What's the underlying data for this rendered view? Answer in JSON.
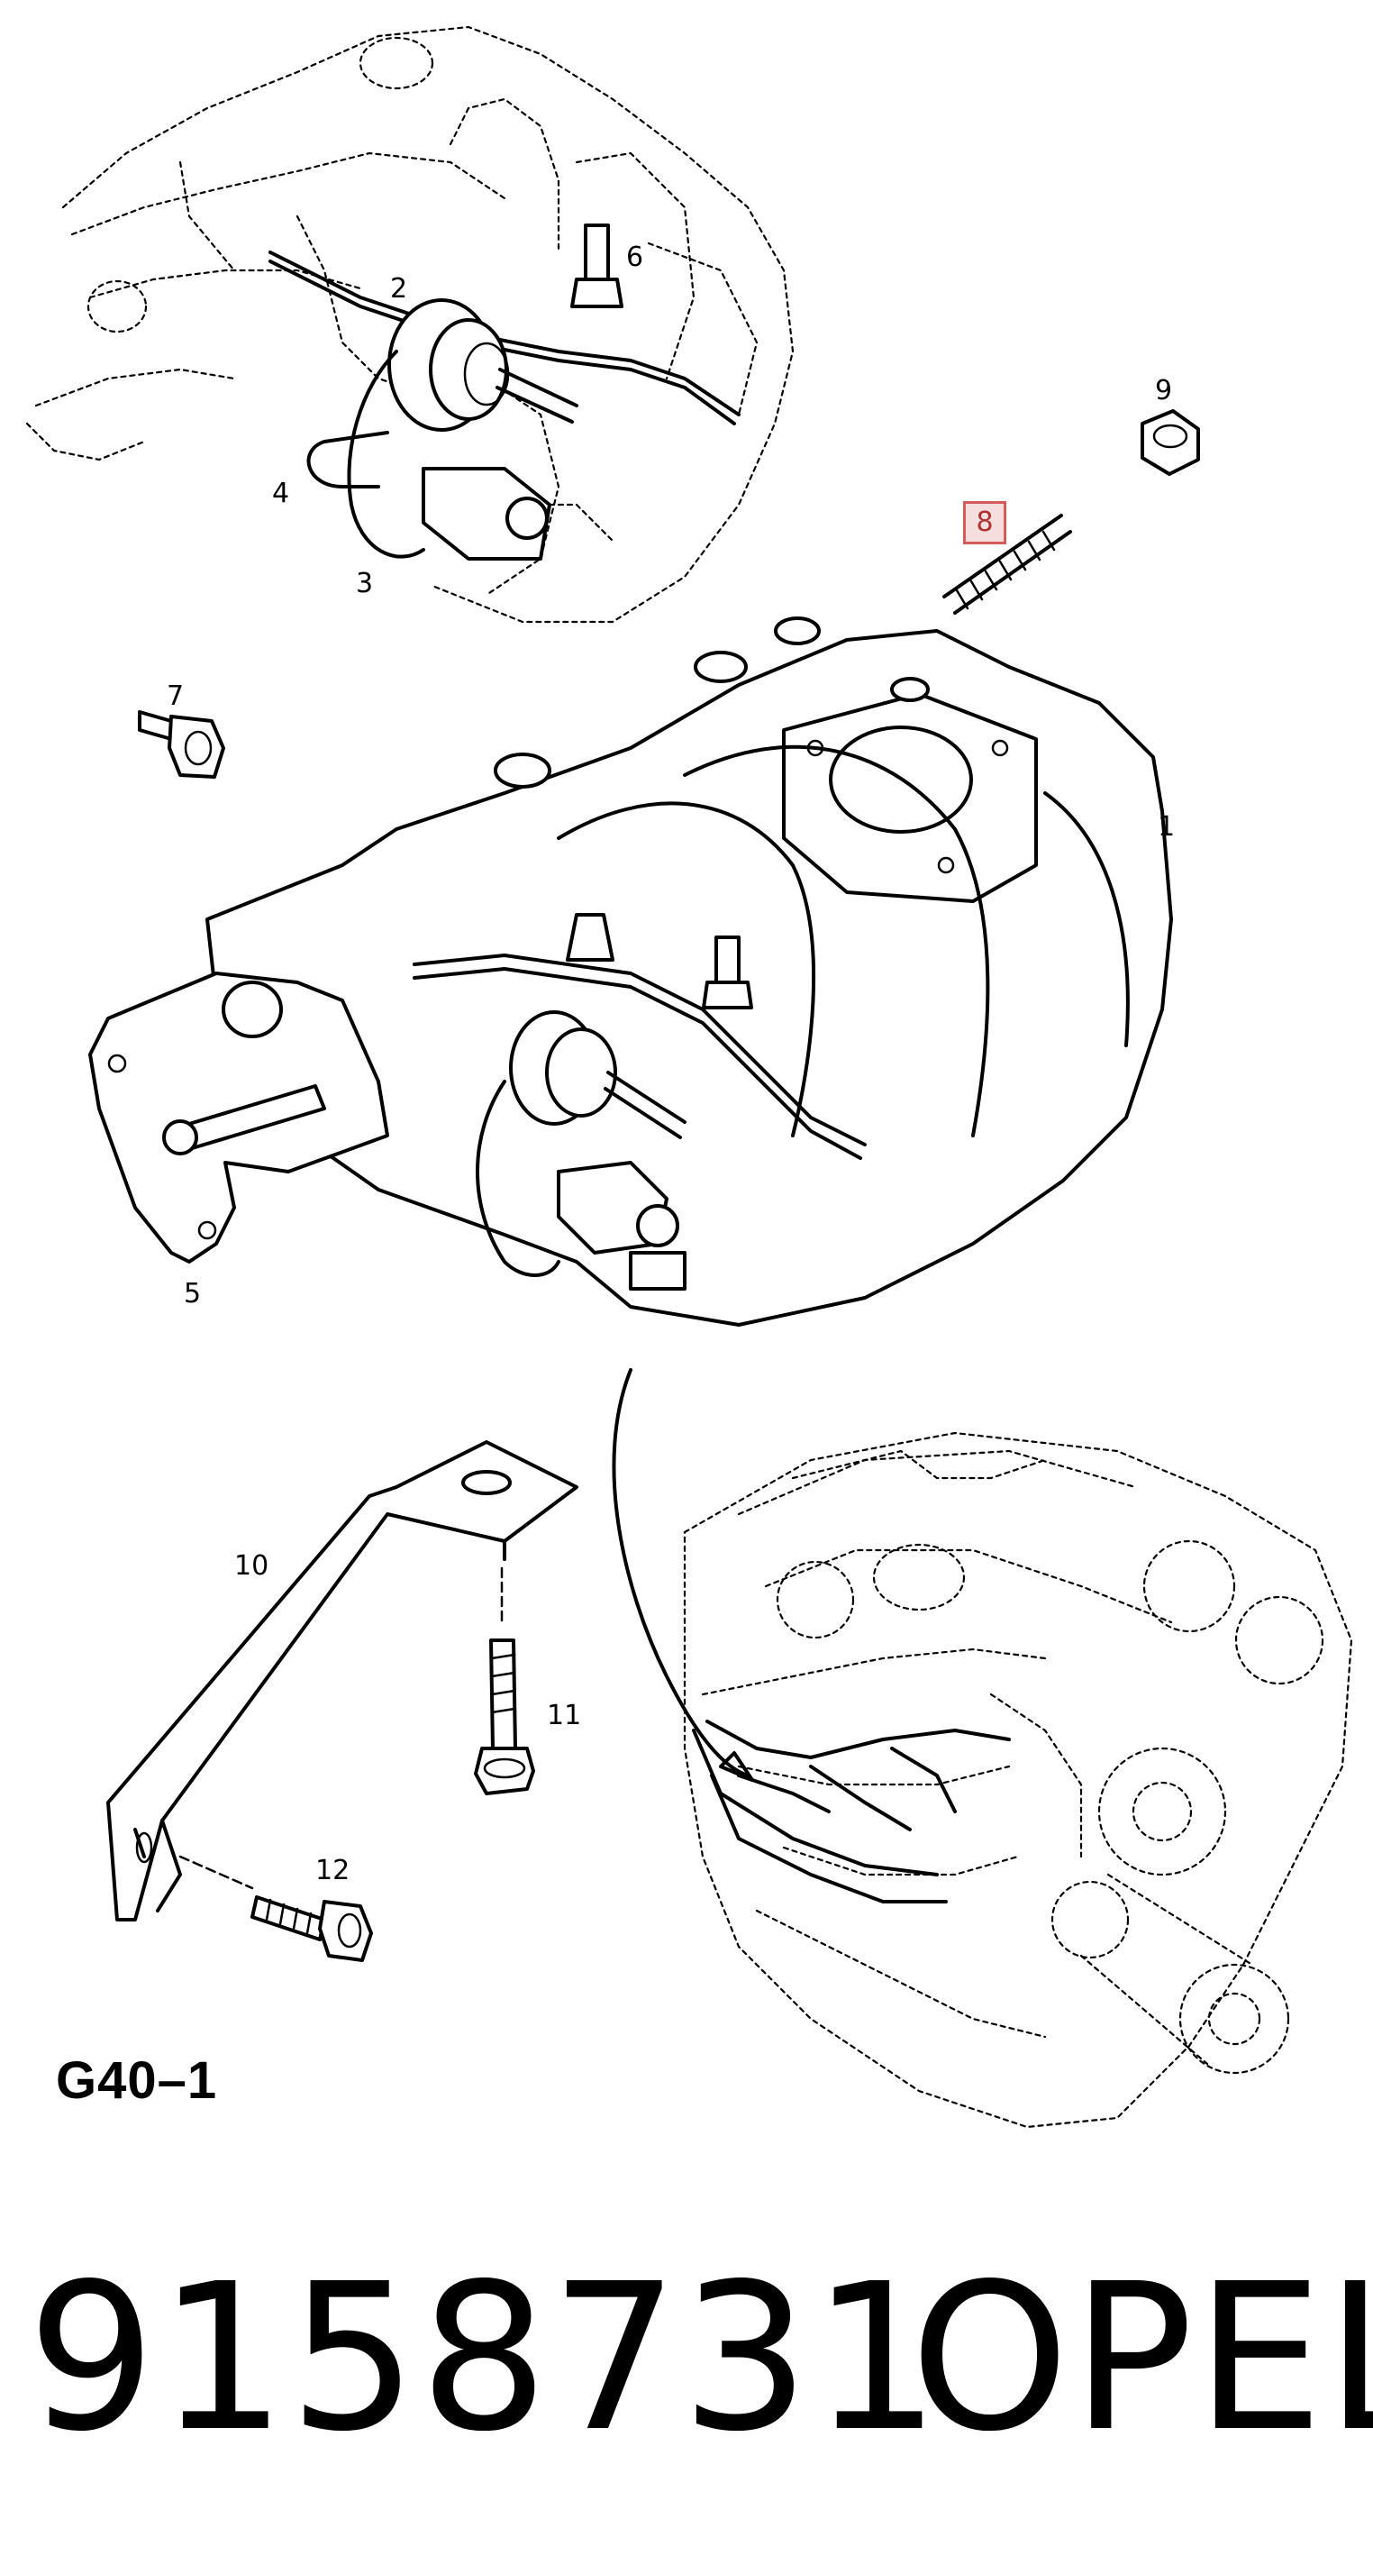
{
  "callouts": {
    "c1": "1",
    "c2": "2",
    "c3": "3",
    "c4": "4",
    "c5": "5",
    "c6": "6",
    "c7": "7",
    "c8": "8",
    "c9": "9",
    "c10": "10",
    "c11": "11",
    "c12": "12"
  },
  "figure_code": "G40–1",
  "part_number": "9158731",
  "brand": "OPEL",
  "highlight_color": "#d55a5a"
}
